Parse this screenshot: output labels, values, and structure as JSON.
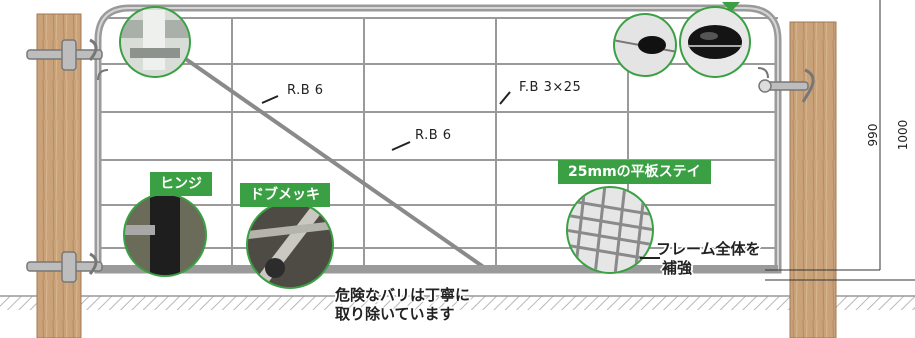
{
  "labels": {
    "rb6_upper": "R.B 6",
    "fb": "F.B 3×25",
    "rb6_lower": "R.B 6"
  },
  "tags": {
    "hinge": "ヒンジ",
    "dip": "ドブメッキ",
    "flat_stay": "25mmの平板ステイ"
  },
  "notes": {
    "frame_line1": "フレーム全体を",
    "frame_line2": "補強",
    "burr_line1": "危険なバリは丁寧に",
    "burr_line2": "取り除いています"
  },
  "dimensions": {
    "gate_height": "990",
    "total_height": "1000"
  },
  "colors": {
    "accent": "#3aa043",
    "frame": "#9a9a9a",
    "post": "#c9a27a"
  }
}
